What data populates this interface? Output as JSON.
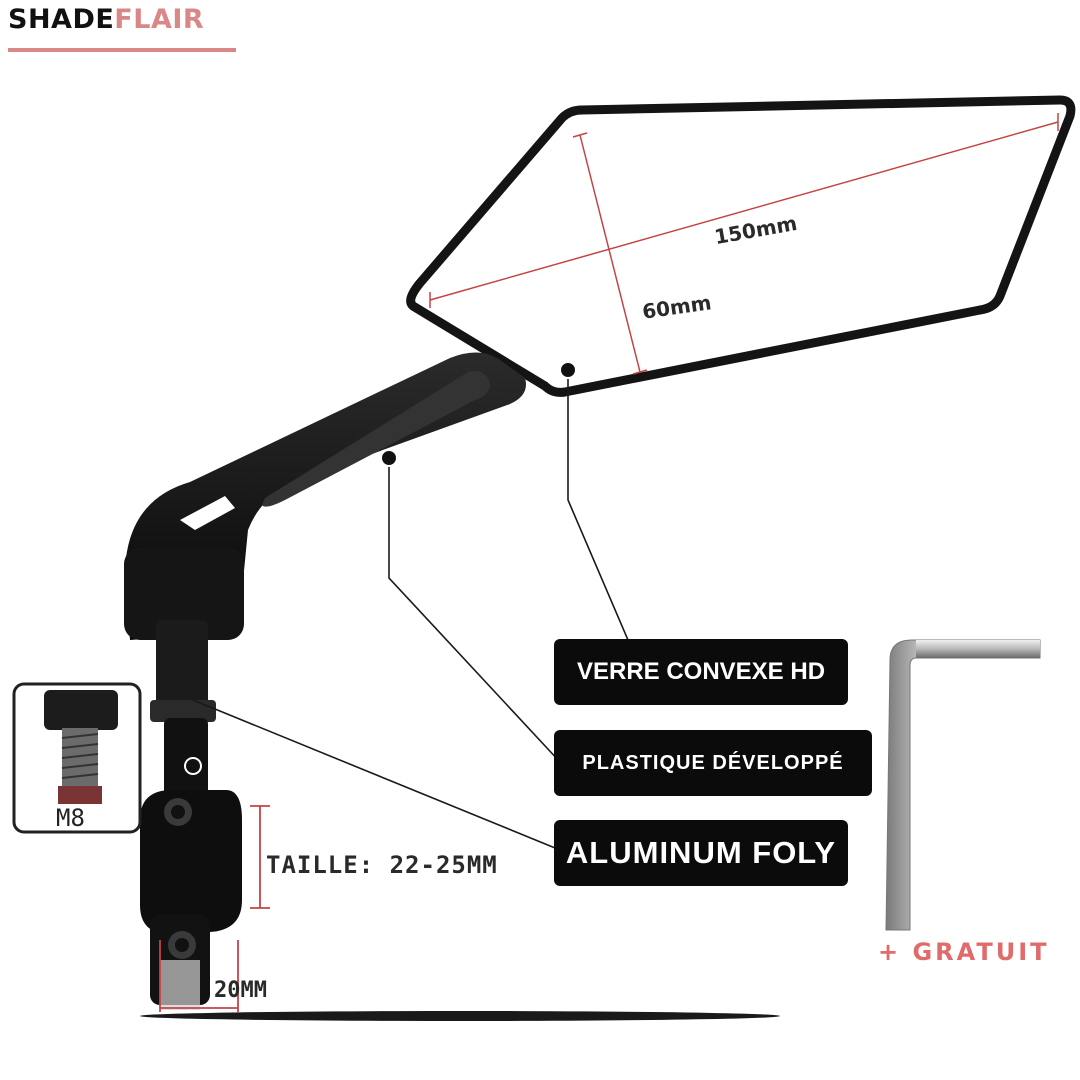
{
  "brand": {
    "part1": "SHADE",
    "part2": "FLAIR"
  },
  "labels": {
    "verre": "VERRE CONVEXE HD",
    "plastique": "PLASTIQUE DÉVELOPPÉ",
    "aluminum": "ALUMINUM FOLY"
  },
  "dimensions": {
    "width": "150mm",
    "height": "60mm",
    "clamp_size": "TAILLE: 22-25MM",
    "clamp_width": "20MM",
    "bolt": "M8"
  },
  "bonus": "+ GRATUIT",
  "colors": {
    "brand_dark": "#111111",
    "brand_accent": "#d98787",
    "label_bg": "#0b0b0b",
    "dimension_line": "#c44444",
    "bonus_text": "#e06b6b"
  }
}
